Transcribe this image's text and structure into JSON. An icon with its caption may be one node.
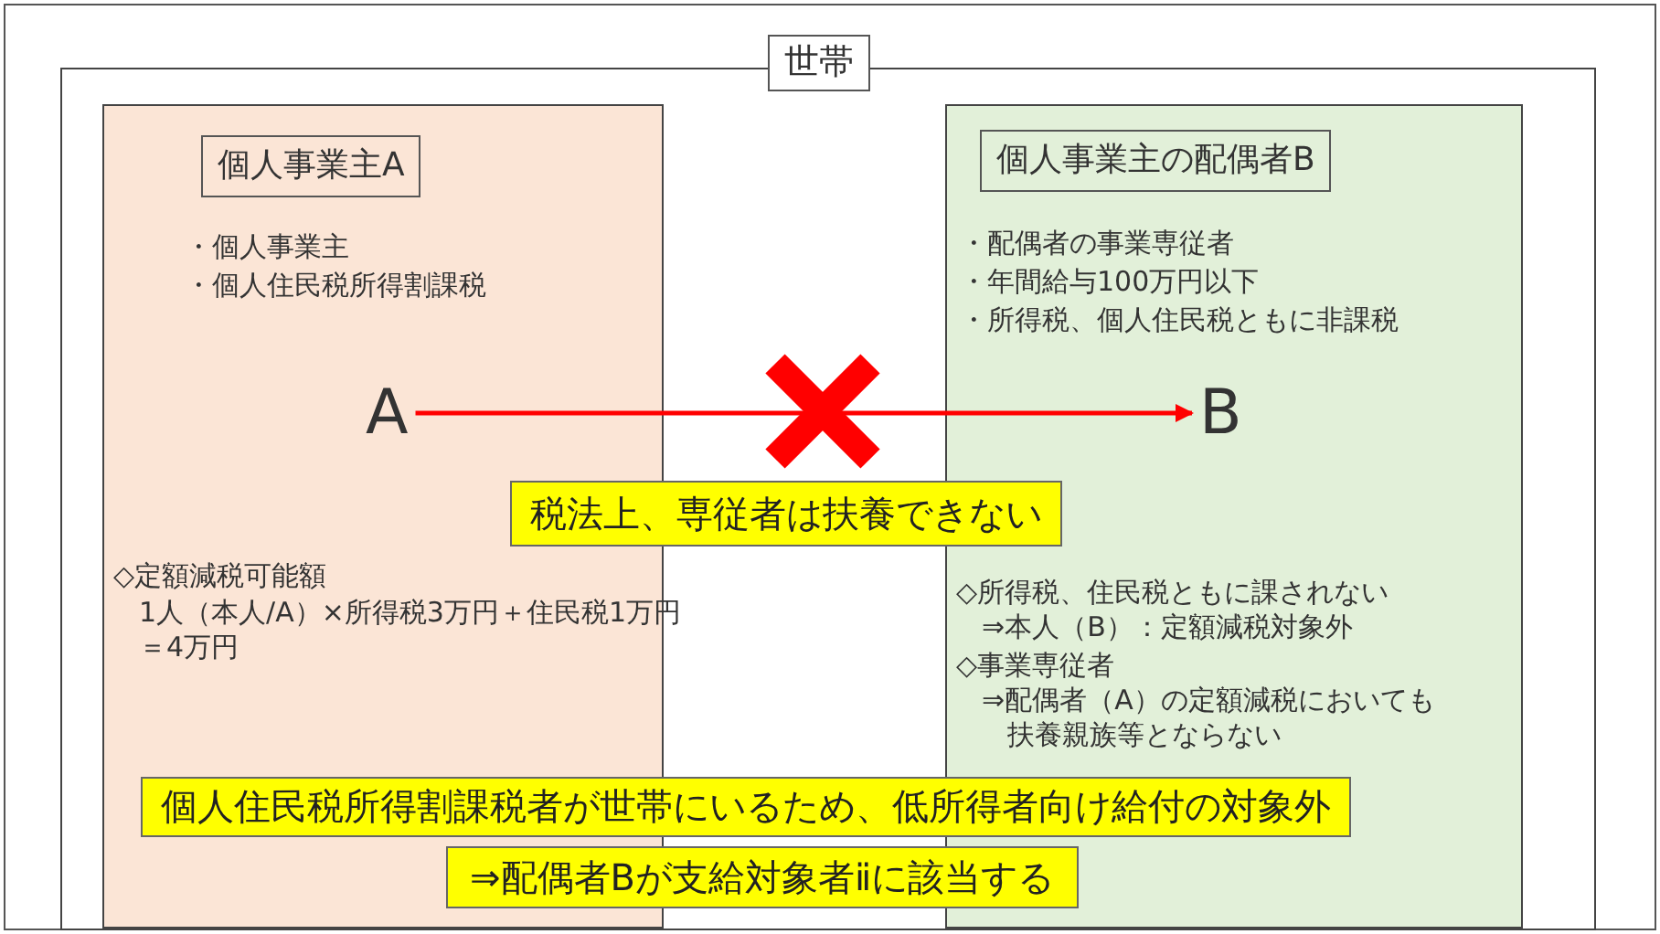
{
  "diagram": {
    "nodes": [
      {
        "text": [
          "世帯"
        ]
      },
      {
        "text": [
          "・個人事業主",
          "・個人住民税所得割課税",
          "◇定額減税可能額",
          "1人（本人/A）×所得税3万円＋住民税1万円＝4万円"
        ],
        "in": 0
      },
      {
        "text": [
          "個人事業主A"
        ],
        "in": 1
      },
      {
        "text": [
          "A"
        ],
        "in": 1
      },
      {
        "text": [
          "・配偶者の事業専従者",
          "・年間給与100万円以下",
          "・所得税、個人住民税ともに非課税",
          "◇所得税、住民税ともに課されない",
          "⇒本人（B）：定額減税対象外",
          "◇事業専従者",
          "⇒配偶者（A）の定額減税においても扶養親族等とならない"
        ],
        "in": 0
      },
      {
        "text": [
          "個人事業主の配偶者B"
        ],
        "in": 4
      },
      {
        "text": [
          "B"
        ],
        "in": 4
      },
      {
        "text": [
          "税法上、専従者は扶養できない"
        ],
        "in": 0
      },
      {
        "text": [
          "個人住民税所得割課税者が世帯にいるため、低所得者向け給付の対象外"
        ],
        "in": 0
      },
      {
        "text": [
          "⇒配偶者Bが支給対象者ⅱに該当する"
        ],
        "in": 0
      }
    ],
    "edges": [
      {
        "from": 3,
        "to": 6,
        "arrow": "to"
      }
    ]
  }
}
